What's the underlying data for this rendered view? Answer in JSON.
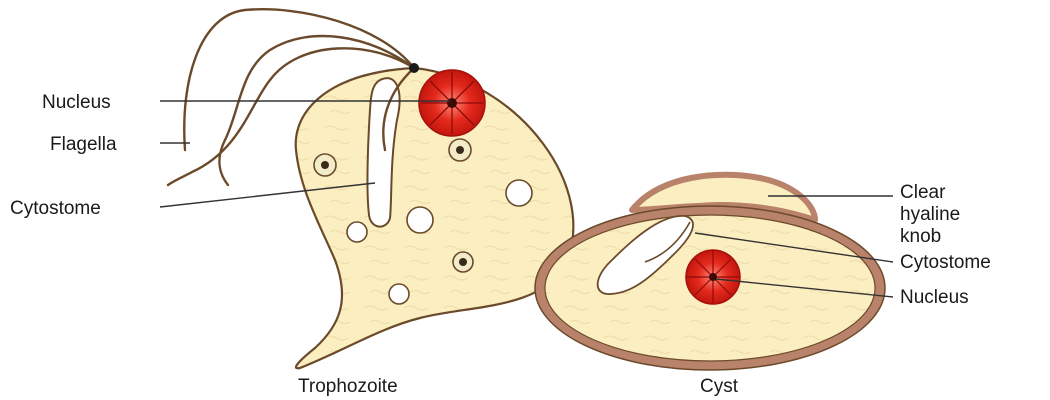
{
  "labels": {
    "trophozoite": {
      "nucleus": "Nucleus",
      "flagella": "Flagella",
      "cytostome": "Cytostome"
    },
    "cyst": {
      "knob_line1": "Clear",
      "knob_line2": "hyaline",
      "knob_line3": "knob",
      "cytostome": "Cytostome",
      "nucleus": "Nucleus"
    }
  },
  "captions": {
    "left": "Trophozoite",
    "right": "Cyst"
  },
  "colors": {
    "cytoplasm": "#fbeec0",
    "outline": "#6b4a2b",
    "cyst_wall": "#b9826a",
    "nucleus": "#e0231b",
    "nucleus_dark": "#a50f0a",
    "background": "#ffffff"
  }
}
